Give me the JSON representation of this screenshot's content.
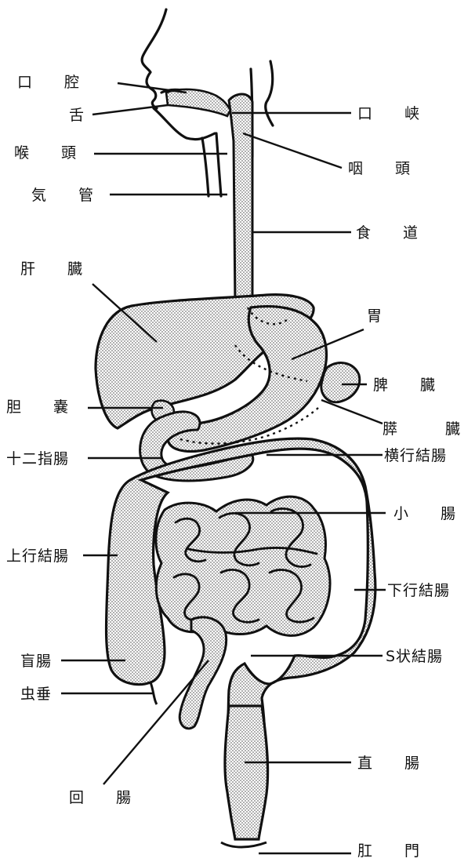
{
  "diagram": {
    "subject": "human digestive system",
    "left_labels": [
      {
        "id": "oral-cavity",
        "text": "口　　腔"
      },
      {
        "id": "tongue",
        "text": "舌"
      },
      {
        "id": "larynx",
        "text": "喉　　頭"
      },
      {
        "id": "trachea",
        "text": "気　　管"
      },
      {
        "id": "liver",
        "text": "肝　　臓"
      },
      {
        "id": "gallbladder",
        "text": "胆　　嚢"
      },
      {
        "id": "duodenum",
        "text": "十二指腸"
      },
      {
        "id": "ascending-colon",
        "text": "上行結腸"
      },
      {
        "id": "cecum",
        "text": "盲腸"
      },
      {
        "id": "appendix",
        "text": "虫垂"
      },
      {
        "id": "ileum",
        "text": "回　　腸"
      }
    ],
    "right_labels": [
      {
        "id": "fauces",
        "text": "口　　峡"
      },
      {
        "id": "pharynx",
        "text": "咽　　頭"
      },
      {
        "id": "esophagus",
        "text": "食　　道"
      },
      {
        "id": "stomach",
        "text": "胃"
      },
      {
        "id": "spleen",
        "text": "脾　　臓"
      },
      {
        "id": "pancreas",
        "text": "膵　　　臓"
      },
      {
        "id": "transverse-colon",
        "text": "横行結腸"
      },
      {
        "id": "small-intestine",
        "text": "小　　腸"
      },
      {
        "id": "descending-colon",
        "text": "下行結腸"
      },
      {
        "id": "sigmoid-colon",
        "text": "S状結腸"
      },
      {
        "id": "rectum",
        "text": "直　　腸"
      },
      {
        "id": "anus",
        "text": "肛　　門"
      }
    ],
    "colors": {
      "ink": "#111111",
      "fill_dots": "#7a7a7a",
      "background": "#ffffff"
    }
  }
}
